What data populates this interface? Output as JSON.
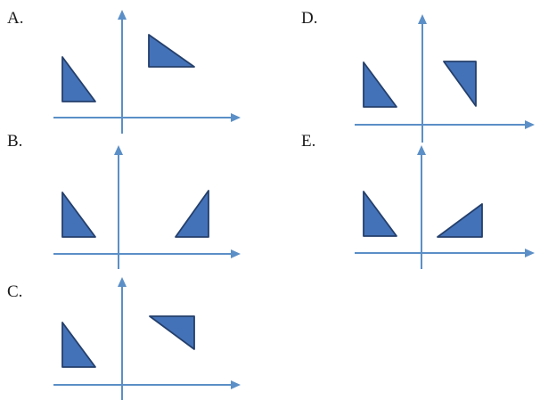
{
  "options": [
    {
      "id": "A",
      "label": "A."
    },
    {
      "id": "B",
      "label": "B."
    },
    {
      "id": "C",
      "label": "C."
    },
    {
      "id": "D",
      "label": "D."
    },
    {
      "id": "E",
      "label": "E."
    }
  ],
  "colors": {
    "axis": "#5b8fc7",
    "shape_fill": "#4472b8",
    "shape_stroke": "#243f6b",
    "label": "#1a1a1a",
    "background": "#ffffff"
  }
}
